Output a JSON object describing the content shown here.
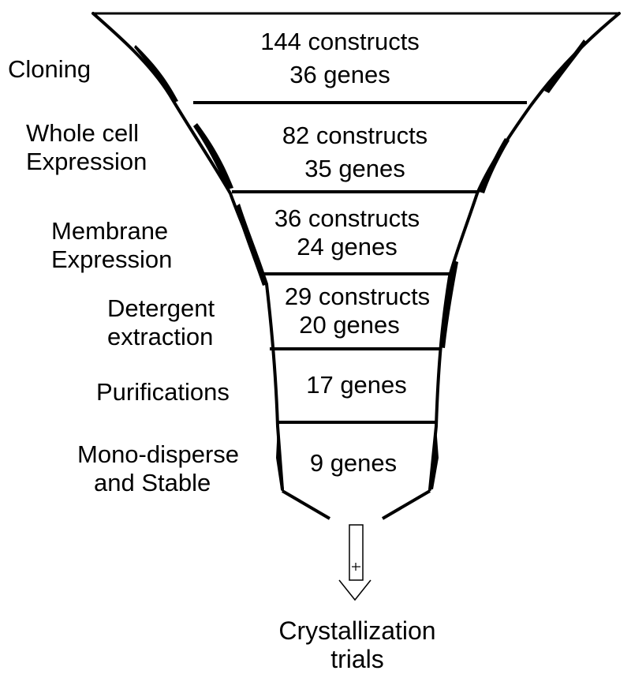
{
  "stages": [
    {
      "label_line1": "Cloning",
      "label_line2": "",
      "constructs": "144 constructs",
      "genes": "36 genes"
    },
    {
      "label_line1": "Whole cell",
      "label_line2": "Expression",
      "constructs": "82 constructs",
      "genes": "35 genes"
    },
    {
      "label_line1": "Membrane",
      "label_line2": "Expression",
      "constructs": "36 constructs",
      "genes": "24 genes"
    },
    {
      "label_line1": "Detergent",
      "label_line2": "extraction",
      "constructs": "29 constructs",
      "genes": "20 genes"
    },
    {
      "label_line1": "Purifications",
      "label_line2": "",
      "constructs": "",
      "genes": "17 genes"
    },
    {
      "label_line1": "Mono-disperse",
      "label_line2": "and Stable",
      "constructs": "",
      "genes": "9 genes"
    }
  ],
  "outcome": {
    "line1": "Crystallization",
    "line2": "trials"
  },
  "colors": {
    "ink": "#000000",
    "background": "#ffffff"
  },
  "icons": {
    "down_arrow": "downward-arrow-icon"
  }
}
